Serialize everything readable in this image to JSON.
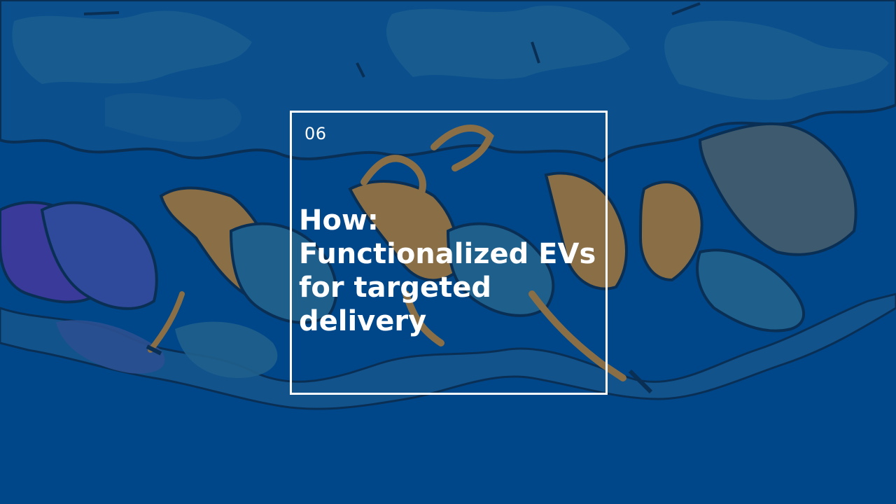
{
  "slide": {
    "section_number": "06",
    "title": "How: Functionalized EVs for targeted delivery"
  },
  "background": {
    "description_color": "#00478a",
    "image": "protein-ribbon-illustration"
  },
  "colors": {
    "background": "#00478a",
    "text": "#ffffff",
    "frame": "#ffffff",
    "tan": "#8a6e45",
    "teal": "#1e5f8c",
    "purple": "#3a3a9a"
  }
}
